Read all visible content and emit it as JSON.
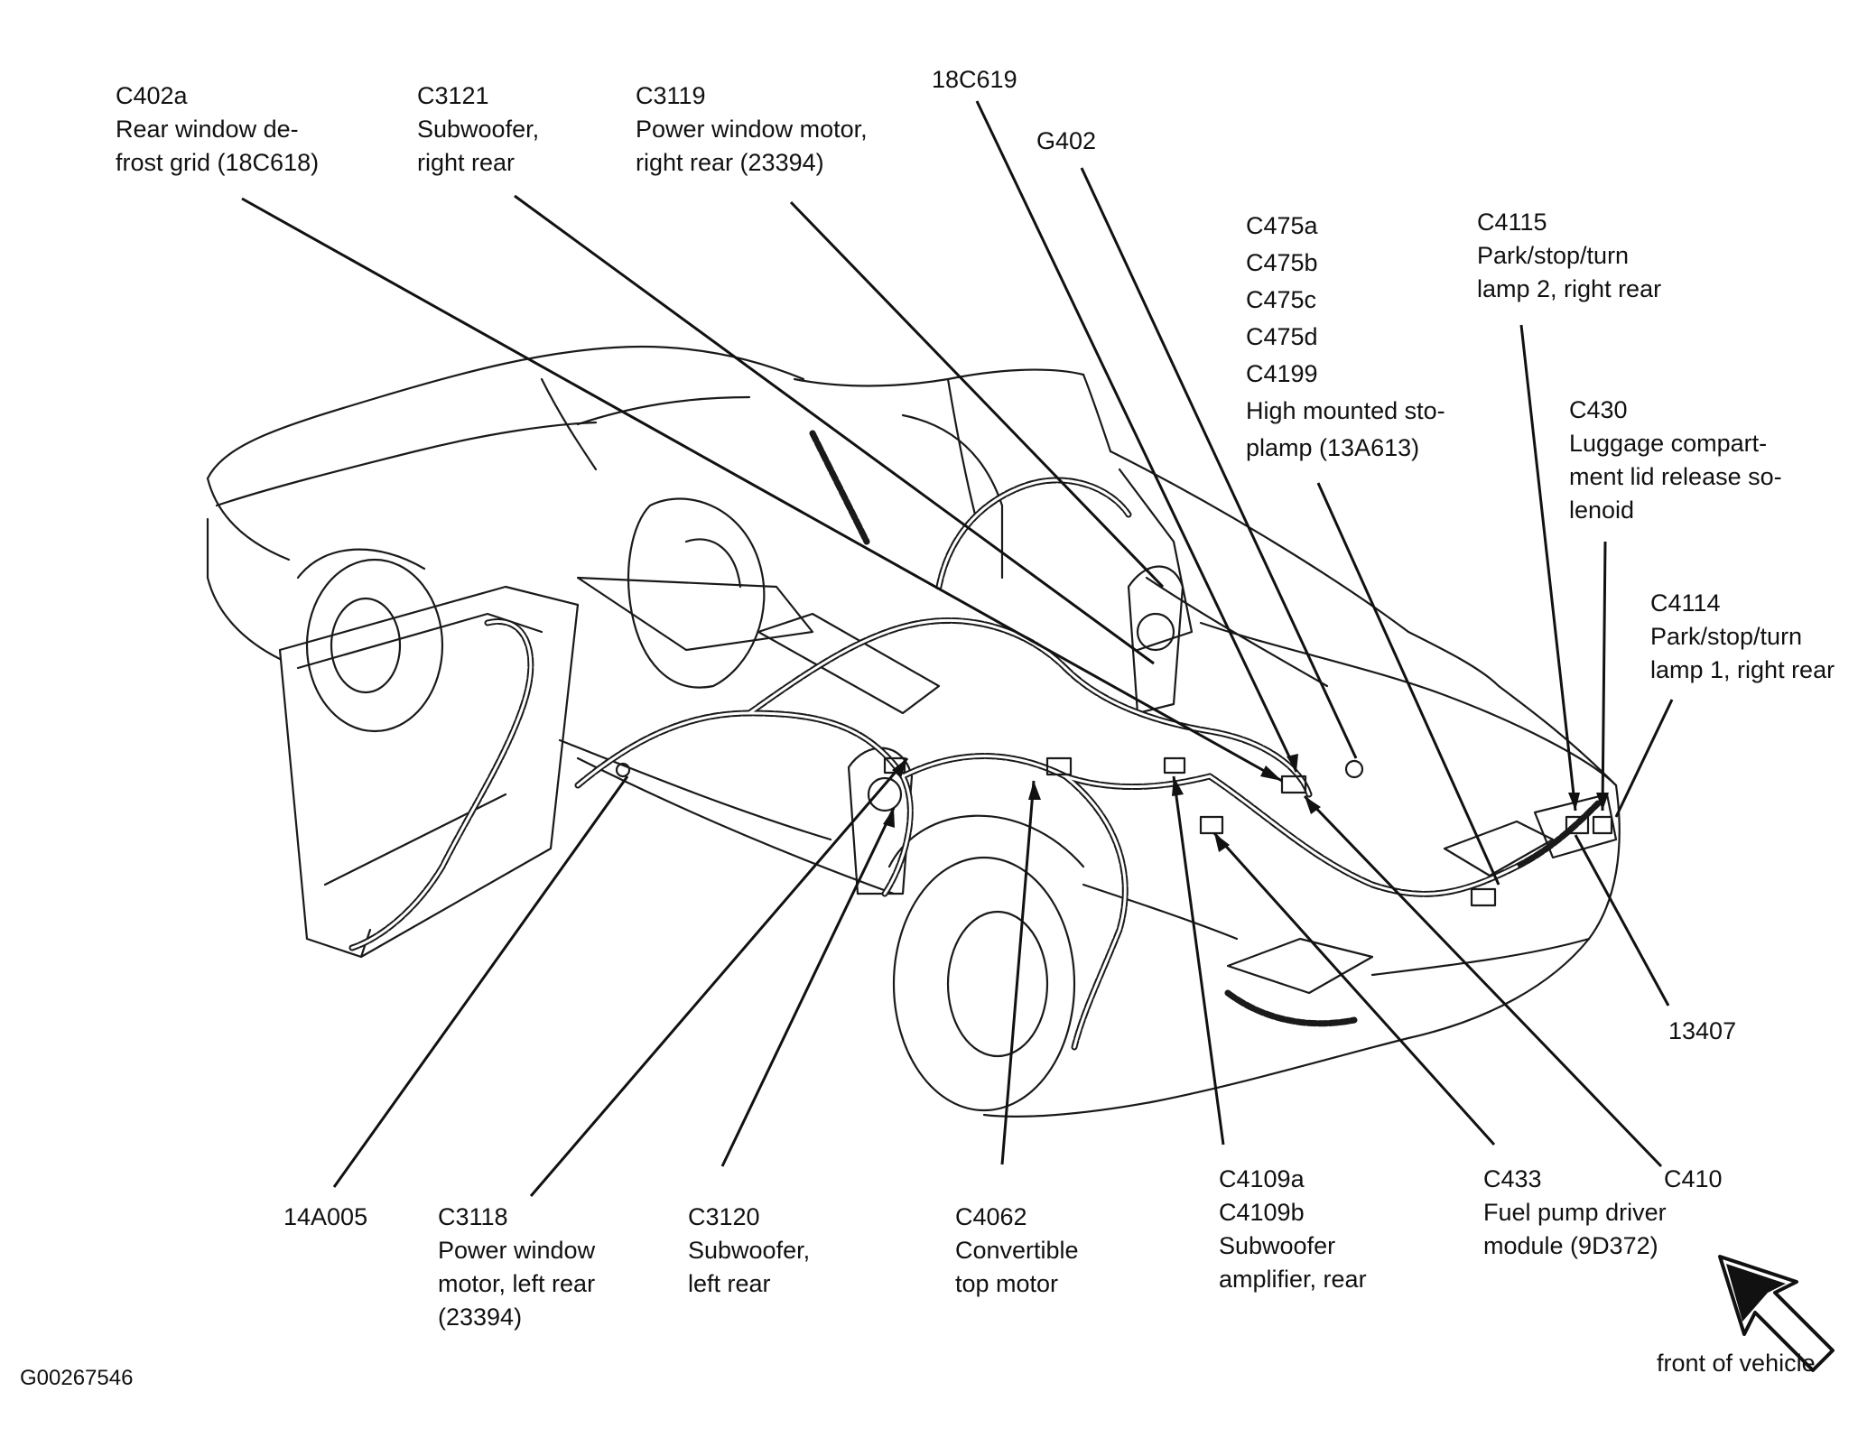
{
  "figure_id": "G00267546",
  "front_label": "front of vehicle",
  "callouts": [
    {
      "id": "c402a",
      "lines": [
        "C402a",
        "Rear window de-",
        "frost grid (18C618)"
      ]
    },
    {
      "id": "c3121",
      "lines": [
        "C3121",
        "Subwoofer,",
        "right rear"
      ]
    },
    {
      "id": "c3119",
      "lines": [
        "C3119",
        "Power window motor,",
        "right rear (23394)"
      ]
    },
    {
      "id": "18c619",
      "lines": [
        "18C619"
      ]
    },
    {
      "id": "g402",
      "lines": [
        "G402"
      ]
    },
    {
      "id": "c475",
      "lines": [
        "C475a",
        "C475b",
        "C475c",
        "C475d",
        "C4199",
        "High mounted sto-",
        "plamp (13A613)"
      ]
    },
    {
      "id": "c4115",
      "lines": [
        "C4115",
        "Park/stop/turn",
        "lamp 2, right rear"
      ]
    },
    {
      "id": "c430",
      "lines": [
        "C430",
        "Luggage compart-",
        "ment lid release so-",
        "lenoid"
      ]
    },
    {
      "id": "c4114",
      "lines": [
        "C4114",
        "Park/stop/turn",
        "lamp 1, right rear"
      ]
    },
    {
      "id": "13407",
      "lines": [
        "13407"
      ]
    },
    {
      "id": "c410",
      "lines": [
        "C410"
      ]
    },
    {
      "id": "c433",
      "lines": [
        "C433",
        "Fuel pump driver",
        "module (9D372)"
      ]
    },
    {
      "id": "c4109",
      "lines": [
        "C4109a",
        "C4109b",
        "Subwoofer",
        "amplifier, rear"
      ]
    },
    {
      "id": "c4062",
      "lines": [
        "C4062",
        "Convertible",
        "top motor"
      ]
    },
    {
      "id": "c3120",
      "lines": [
        "C3120",
        "Subwoofer,",
        "left rear"
      ]
    },
    {
      "id": "c3118",
      "lines": [
        "C3118",
        "Power window",
        "motor, left rear",
        "(23394)"
      ]
    },
    {
      "id": "14a005",
      "lines": [
        "14A005"
      ]
    }
  ]
}
